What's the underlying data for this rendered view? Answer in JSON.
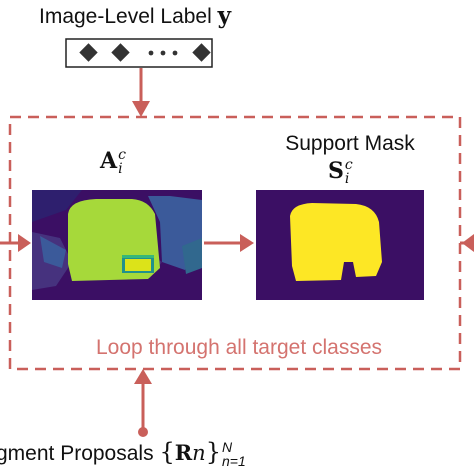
{
  "title": {
    "text": "Image-Level Label",
    "symbol": "y"
  },
  "label_box": {
    "items": [
      "diamond",
      "diamond",
      "dot",
      "dot",
      "dot",
      "diamond"
    ]
  },
  "attention": {
    "base": "A",
    "sup": "c",
    "sub": "i"
  },
  "support": {
    "title": "Support Mask",
    "base": "S",
    "sup": "c",
    "sub": "i"
  },
  "loop_text": "Loop through all target classes",
  "proposals": {
    "text": "gment Proposals",
    "base": "R",
    "index": "n",
    "sup": "N",
    "sub": "n=1"
  },
  "colors": {
    "accent": "#c95f5a",
    "loop_text": "#d4736f",
    "dark_purple": "#3b0f64",
    "attention_map": "#a6d93a",
    "support_mask": "#fde725",
    "blue_region": "#3b5a9a"
  }
}
